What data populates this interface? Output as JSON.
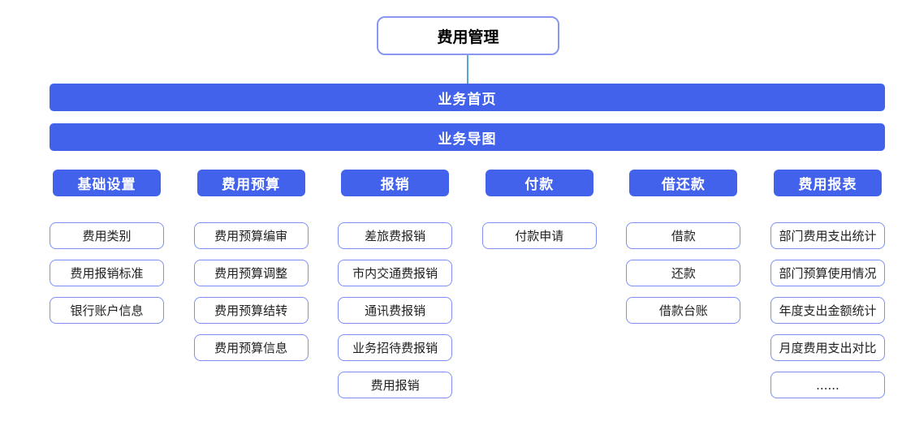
{
  "root": {
    "title": "费用管理"
  },
  "bars": [
    {
      "label": "业务首页"
    },
    {
      "label": "业务导图"
    }
  ],
  "columns": [
    {
      "header": "基础设置",
      "items": [
        "费用类别",
        "费用报销标准",
        "银行账户信息"
      ]
    },
    {
      "header": "费用预算",
      "items": [
        "费用预算编审",
        "费用预算调整",
        "费用预算结转",
        "费用预算信息"
      ]
    },
    {
      "header": "报销",
      "items": [
        "差旅费报销",
        "市内交通费报销",
        "通讯费报销",
        "业务招待费报销",
        "费用报销"
      ]
    },
    {
      "header": "付款",
      "items": [
        "付款申请"
      ]
    },
    {
      "header": "借还款",
      "items": [
        "借款",
        "还款",
        "借款台账"
      ]
    },
    {
      "header": "费用报表",
      "items": [
        "部门费用支出统计",
        "部门预算使用情况",
        "年度支出金额统计",
        "月度费用支出对比",
        "......"
      ]
    }
  ],
  "colors": {
    "primary_blue": "#4262ec",
    "node_border": "#7d8ef5",
    "connector": "#55a8ce",
    "bar_text": "#ffffff",
    "node_text": "#1f1f1f"
  }
}
